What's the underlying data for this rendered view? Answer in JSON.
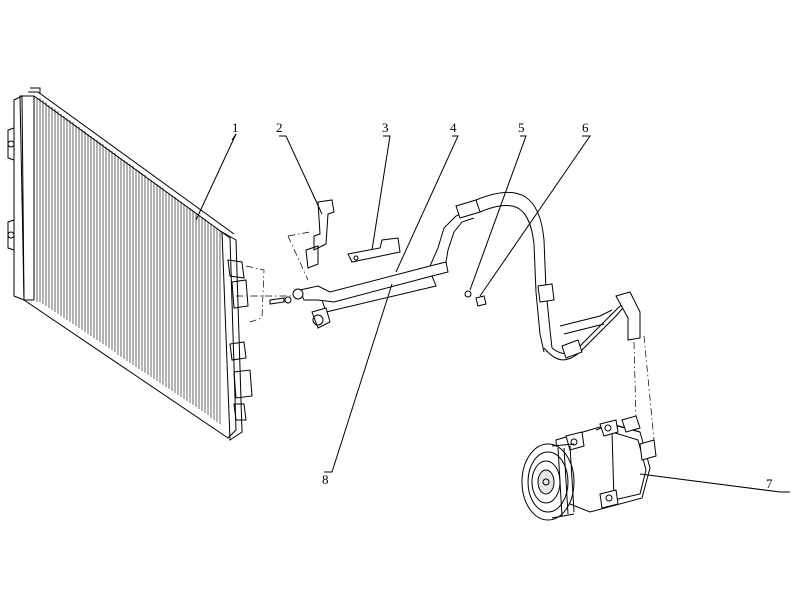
{
  "labels": {
    "part1": "1",
    "part2": "2",
    "part3": "3",
    "part4": "4",
    "part5": "5",
    "part6": "6",
    "part7": "7",
    "part8": "8"
  },
  "colors": {
    "line": "#000000",
    "background": "#ffffff"
  }
}
